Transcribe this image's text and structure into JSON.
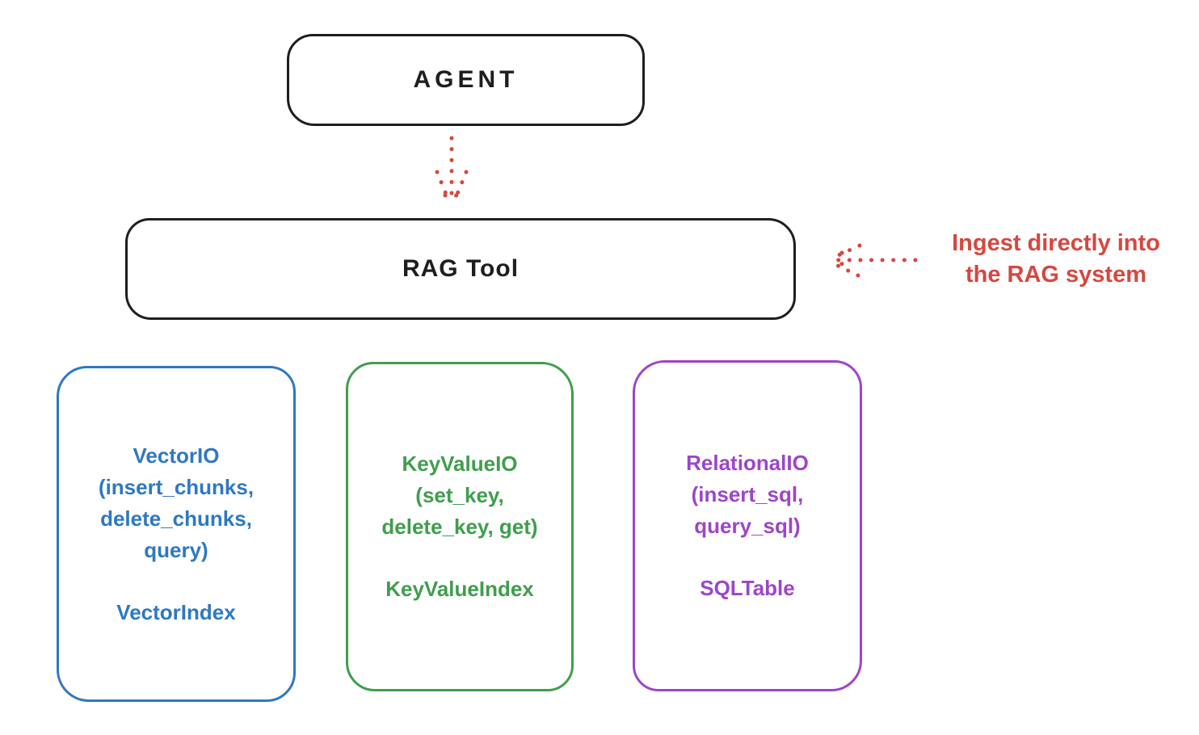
{
  "diagram": {
    "background": "#ffffff",
    "arrows": {
      "color": "#d6473f",
      "style": "dotted",
      "agent_to_rag": {
        "from": "agent",
        "to": "rag_tool"
      },
      "annotation_to_rag": {
        "from": "annotation",
        "to": "rag_tool"
      }
    },
    "nodes": {
      "agent": {
        "label": "AGENT",
        "stroke_color": "#1e1e1e"
      },
      "rag_tool": {
        "label": "RAG Tool",
        "stroke_color": "#1e1e1e"
      },
      "vector_io": {
        "lines": [
          "VectorIO",
          "(insert_chunks,",
          "delete_chunks,",
          "query)"
        ],
        "index_label": "VectorIndex",
        "color": "#2e78c2"
      },
      "key_value_io": {
        "lines": [
          "KeyValueIO",
          "(set_key,",
          "delete_key, get)"
        ],
        "index_label": "KeyValueIndex",
        "color": "#3f9e4d"
      },
      "relational_io": {
        "lines": [
          "RelationalIO",
          "(insert_sql,",
          "query_sql)"
        ],
        "index_label": "SQLTable",
        "color": "#9d45c9"
      }
    },
    "annotation": {
      "lines": [
        "Ingest directly into",
        "the RAG system"
      ],
      "color": "#d6473f"
    }
  }
}
